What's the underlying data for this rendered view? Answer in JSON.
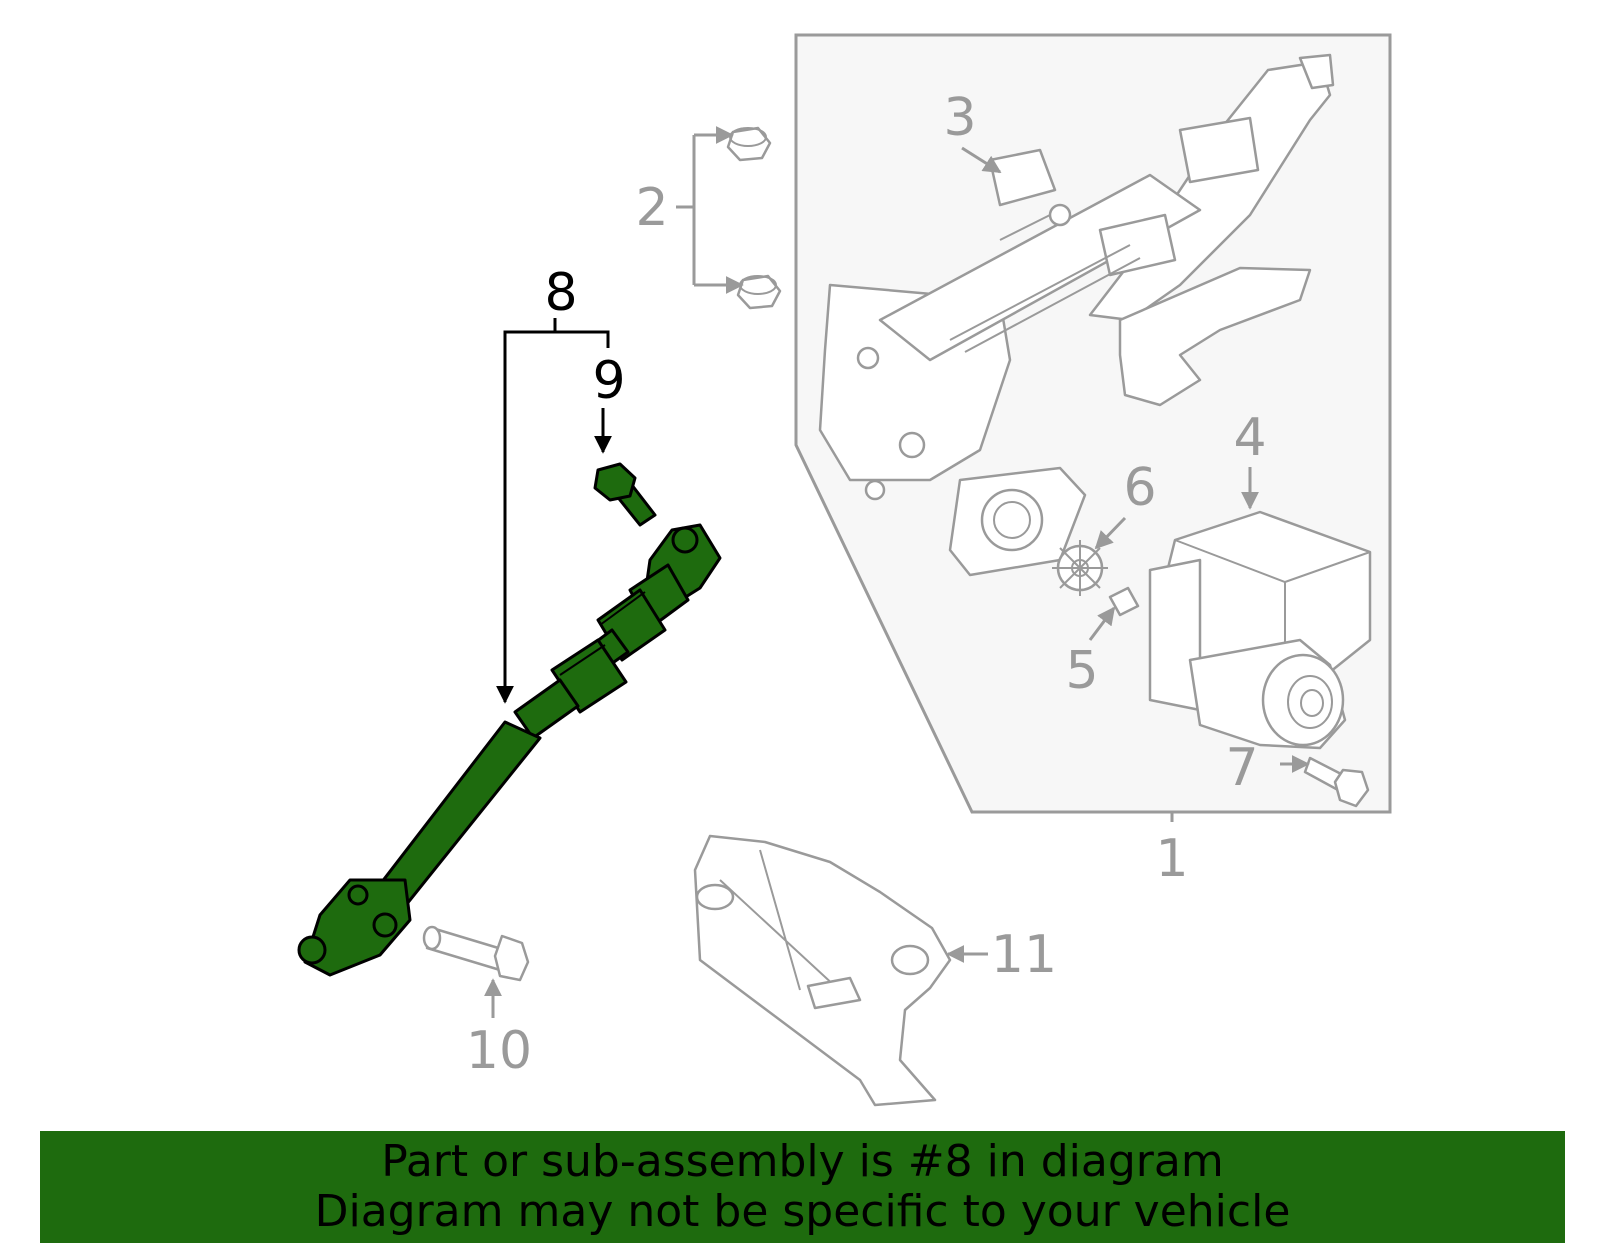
{
  "callouts": {
    "c1": "1",
    "c2": "2",
    "c3": "3",
    "c4": "4",
    "c5": "5",
    "c6": "6",
    "c7": "7",
    "c8": "8",
    "c9": "9",
    "c10": "10",
    "c11": "11"
  },
  "banner": {
    "line1": "Part or sub-assembly is #8 in diagram",
    "line2": "Diagram may not be specific to your vehicle"
  },
  "colors": {
    "highlight": "#1e6b0e",
    "banner": "#1e6b0e",
    "line": "#9a9a9a",
    "panel": "#f7f7f7"
  }
}
